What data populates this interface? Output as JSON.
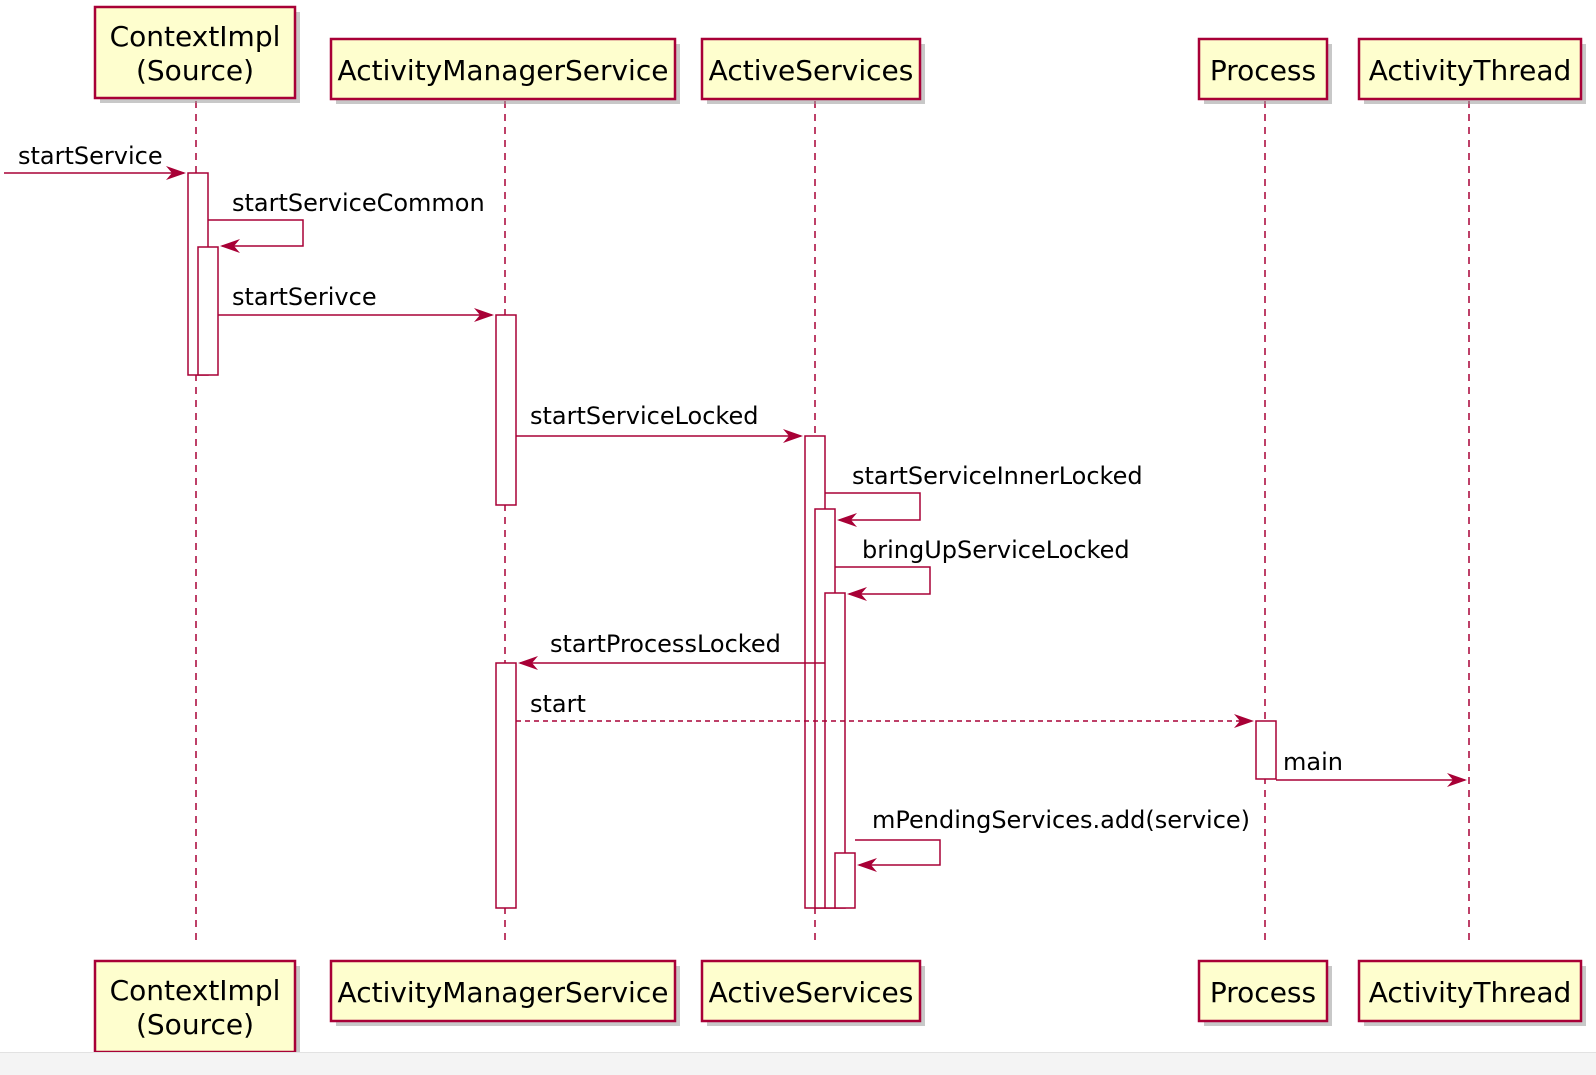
{
  "participants": [
    {
      "id": "ctx",
      "label_lines": [
        "ContextImpl",
        "(Source)"
      ]
    },
    {
      "id": "ams",
      "label_lines": [
        "ActivityManagerService"
      ]
    },
    {
      "id": "as",
      "label_lines": [
        "ActiveServices"
      ]
    },
    {
      "id": "proc",
      "label_lines": [
        "Process"
      ]
    },
    {
      "id": "at",
      "label_lines": [
        "ActivityThread"
      ]
    }
  ],
  "messages": [
    {
      "id": "m1",
      "label": "startService",
      "from": "external",
      "to": "ctx",
      "style": "solid"
    },
    {
      "id": "m2",
      "label": "startServiceCommon",
      "from": "ctx",
      "to": "ctx",
      "style": "solid"
    },
    {
      "id": "m3",
      "label": "startSerivce",
      "from": "ctx",
      "to": "ams",
      "style": "solid"
    },
    {
      "id": "m4",
      "label": "startServiceLocked",
      "from": "ams",
      "to": "as",
      "style": "solid"
    },
    {
      "id": "m5",
      "label": "startServiceInnerLocked",
      "from": "as",
      "to": "as",
      "style": "solid"
    },
    {
      "id": "m6",
      "label": "bringUpServiceLocked",
      "from": "as",
      "to": "as",
      "style": "solid"
    },
    {
      "id": "m7",
      "label": "startProcessLocked",
      "from": "as",
      "to": "ams",
      "style": "solid"
    },
    {
      "id": "m8",
      "label": "start",
      "from": "ams",
      "to": "proc",
      "style": "dashed"
    },
    {
      "id": "m9",
      "label": "main",
      "from": "proc",
      "to": "at",
      "style": "solid"
    },
    {
      "id": "m10",
      "label": "mPendingServices.add(service)",
      "from": "as",
      "to": "as",
      "style": "solid"
    }
  ],
  "colors": {
    "participant_fill": "#FEFECE",
    "line": "#A80036",
    "activation_fill": "#FFFFFF",
    "text": "#000000"
  }
}
